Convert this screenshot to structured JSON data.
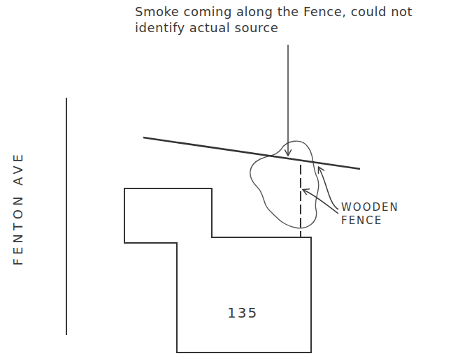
{
  "diagram": {
    "nodes": [
      {
        "text": [
          "135"
        ]
      }
    ],
    "labels": [
      "Smoke coming along the Fence, could not identify actual source",
      "FENTON AVE",
      "WOODEN FENCE"
    ]
  }
}
